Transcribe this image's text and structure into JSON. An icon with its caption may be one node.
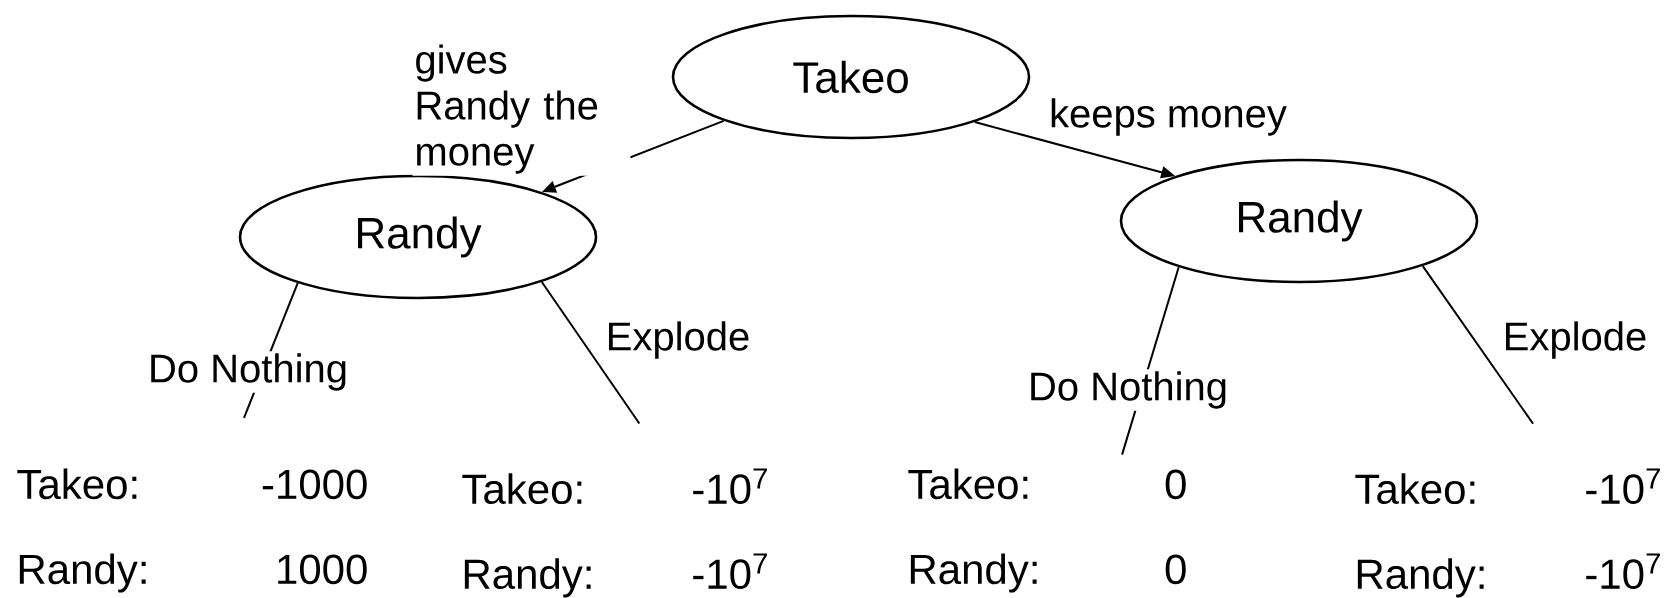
{
  "diagram": {
    "nodes": [
      {
        "text": [
          "Takeo"
        ]
      },
      {
        "text": [
          "Randy"
        ]
      },
      {
        "text": [
          "Randy"
        ]
      },
      {
        "text": [
          "Takeo:",
          "-1000",
          "Randy:",
          "1000"
        ]
      },
      {
        "text": [
          "Takeo:",
          "-10$^{7}$",
          "Randy:",
          "-10$^{7}$"
        ]
      },
      {
        "text": [
          "Takeo:",
          "0",
          "Randy:",
          "0"
        ]
      },
      {
        "text": [
          "Takeo:",
          "-10$^{7}$",
          "Randy:",
          "-10$^{7}$"
        ]
      }
    ],
    "edges": [
      {
        "from": 0,
        "to": 1,
        "arrow": "to",
        "label": "gives Randy the money"
      },
      {
        "from": 0,
        "to": 2,
        "arrow": "to",
        "label": "keeps money"
      },
      {
        "from": 1,
        "to": 3,
        "arrow": "none",
        "label": "Do Nothing"
      },
      {
        "from": 1,
        "to": 4,
        "arrow": "none",
        "label": "Explode"
      },
      {
        "from": 2,
        "to": 5,
        "arrow": "none",
        "label": "Do Nothing"
      },
      {
        "from": 2,
        "to": 6,
        "arrow": "none",
        "label": "Explode"
      }
    ]
  }
}
